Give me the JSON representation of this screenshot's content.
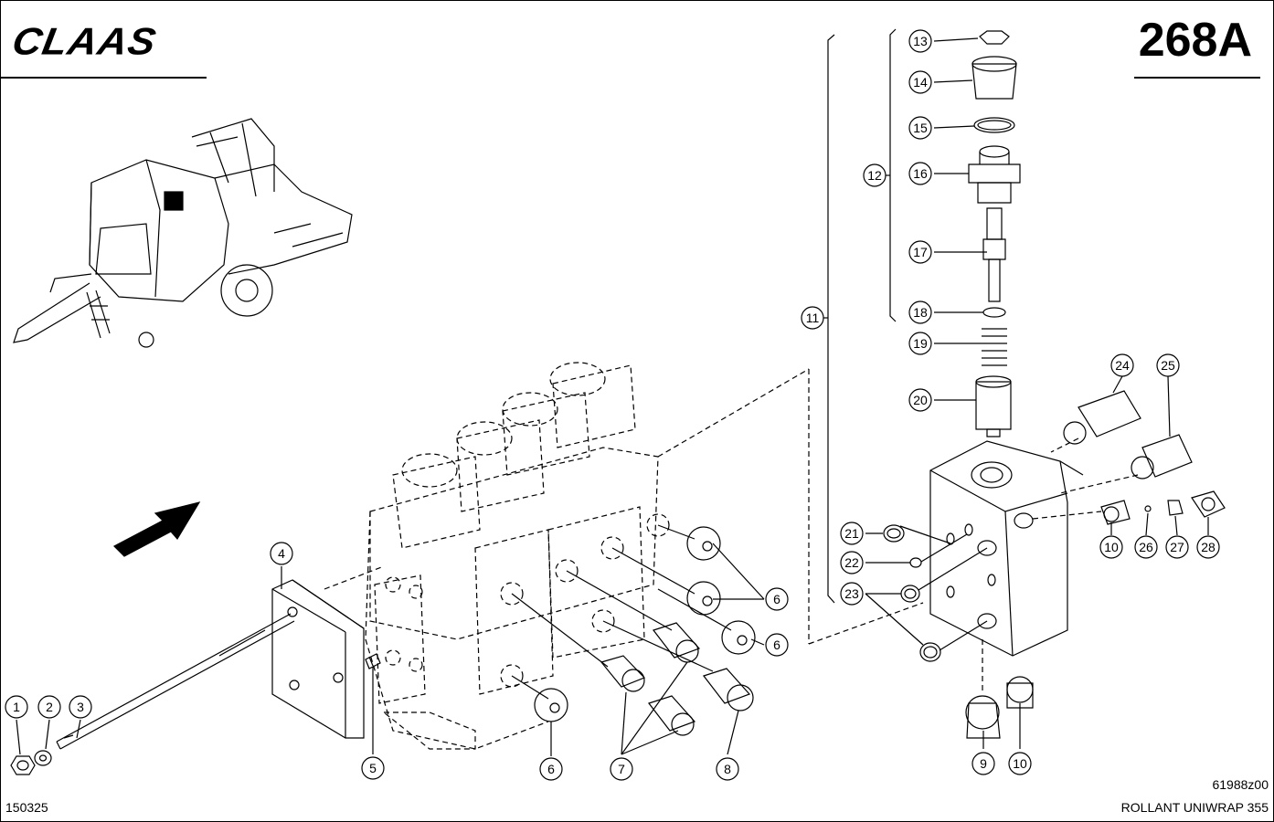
{
  "header": {
    "brand": "CLAAS",
    "page_number": "268A"
  },
  "footer": {
    "sheet_ref": "150325",
    "model": "ROLLANT UNIWRAP 355",
    "drawing_code": "61988z00"
  },
  "callouts": [
    {
      "id": "c1",
      "label": "1"
    },
    {
      "id": "c2",
      "label": "2"
    },
    {
      "id": "c3",
      "label": "3"
    },
    {
      "id": "c4",
      "label": "4"
    },
    {
      "id": "c5",
      "label": "5"
    },
    {
      "id": "c6a",
      "label": "6"
    },
    {
      "id": "c6b",
      "label": "6"
    },
    {
      "id": "c6c",
      "label": "6"
    },
    {
      "id": "c7",
      "label": "7"
    },
    {
      "id": "c8",
      "label": "8"
    },
    {
      "id": "c9",
      "label": "9"
    },
    {
      "id": "c10a",
      "label": "10"
    },
    {
      "id": "c10b",
      "label": "10"
    },
    {
      "id": "c11",
      "label": "11"
    },
    {
      "id": "c12",
      "label": "12"
    },
    {
      "id": "c13",
      "label": "13"
    },
    {
      "id": "c14",
      "label": "14"
    },
    {
      "id": "c15",
      "label": "15"
    },
    {
      "id": "c16",
      "label": "16"
    },
    {
      "id": "c17",
      "label": "17"
    },
    {
      "id": "c18",
      "label": "18"
    },
    {
      "id": "c19",
      "label": "19"
    },
    {
      "id": "c20",
      "label": "20"
    },
    {
      "id": "c21",
      "label": "21"
    },
    {
      "id": "c22",
      "label": "22"
    },
    {
      "id": "c23",
      "label": "23"
    },
    {
      "id": "c24",
      "label": "24"
    },
    {
      "id": "c25",
      "label": "25"
    },
    {
      "id": "c26",
      "label": "26"
    },
    {
      "id": "c27",
      "label": "27"
    },
    {
      "id": "c28",
      "label": "28"
    }
  ]
}
